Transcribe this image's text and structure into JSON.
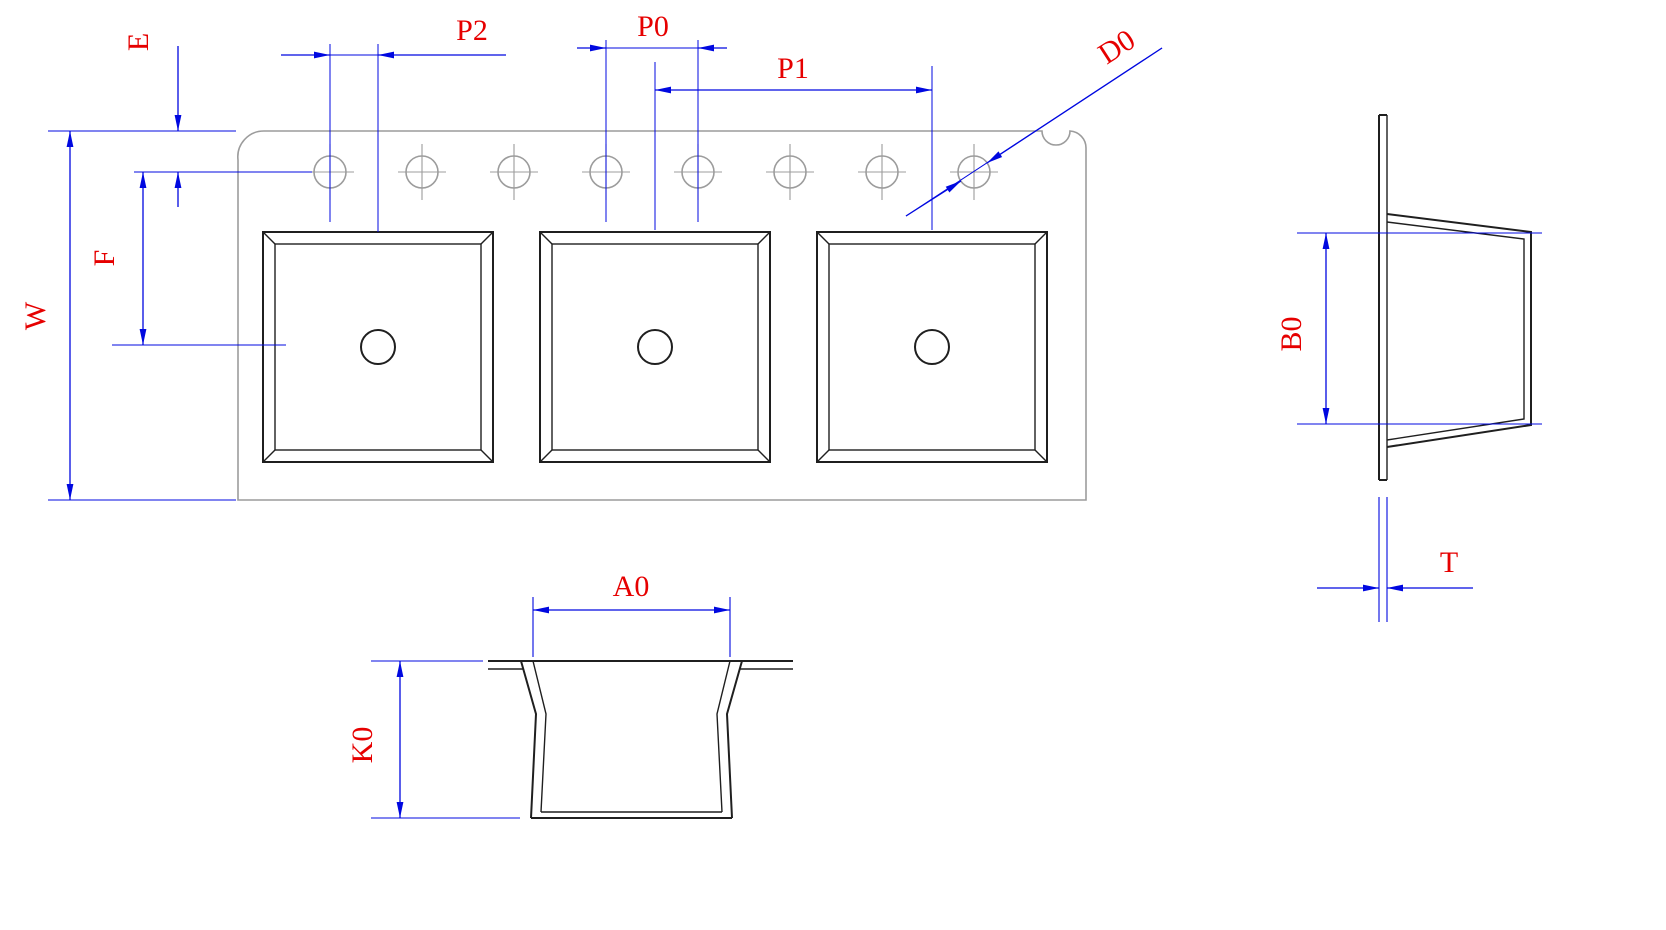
{
  "drawing": {
    "colors": {
      "geometry": "#1f1f1f",
      "tape": "#9c9c9c",
      "dimension": "#0008e0",
      "label": "#e60000"
    },
    "labels": {
      "e": "E",
      "f": "F",
      "w": "W",
      "p2": "P2",
      "p0": "P0",
      "p1": "P1",
      "d0": "D0",
      "a0": "A0",
      "k0": "K0",
      "b0": "B0",
      "t": "T"
    }
  }
}
